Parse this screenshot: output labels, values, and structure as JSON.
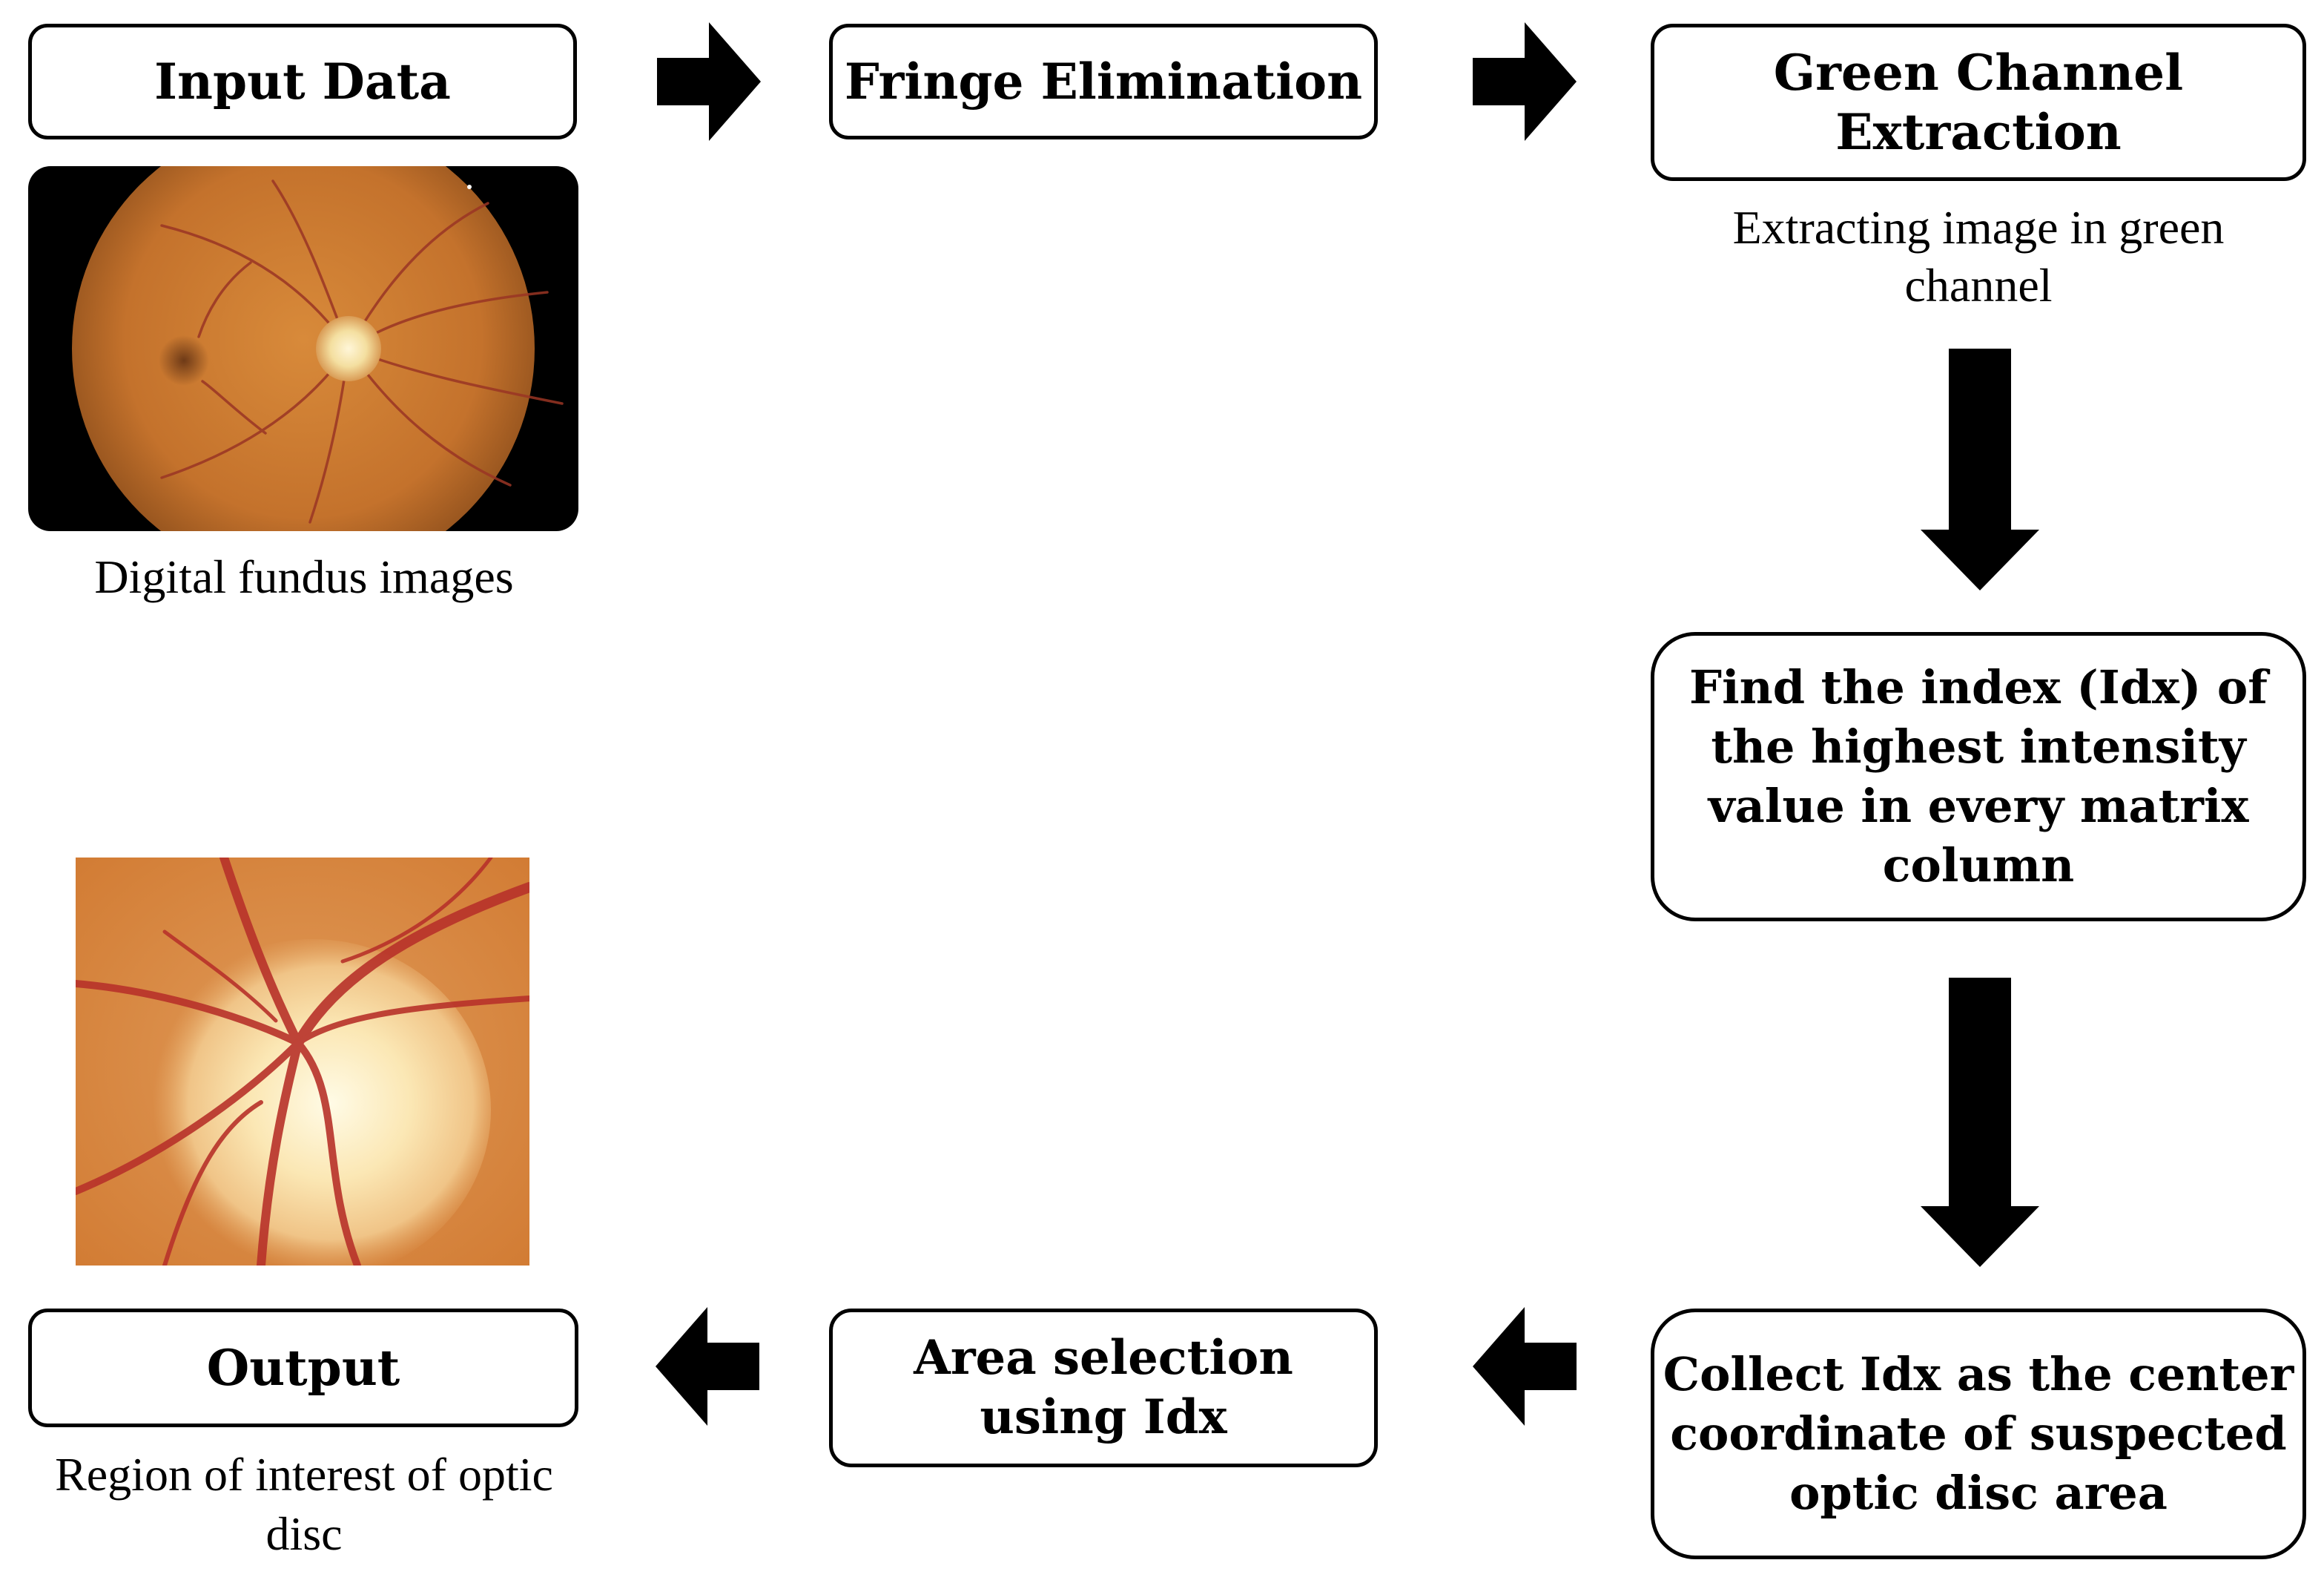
{
  "steps": {
    "input_data": "Input Data",
    "fringe_elimination": "Fringe Elimination",
    "green_channel": "Green Channel\nExtraction",
    "find_index": "Find the index (Idx) of\nthe highest intensity\nvalue in every matrix\ncolumn",
    "collect_idx": "Collect Idx as the center\ncoordinate of suspected\noptic disc area",
    "area_selection": "Area selection\nusing Idx",
    "output": "Output"
  },
  "captions": {
    "digital_fundus": "Digital fundus images",
    "extracting_green": "Extracting image in green\nchannel",
    "region_of_interest": "Region of interest of optic\ndisc"
  },
  "colors": {
    "box_border": "#000000",
    "arrow": "#000000",
    "fundus_background": "#000000",
    "retina": "#c8762f",
    "optic_disc": "#f4e2a8",
    "vessel": "#a2372a"
  }
}
